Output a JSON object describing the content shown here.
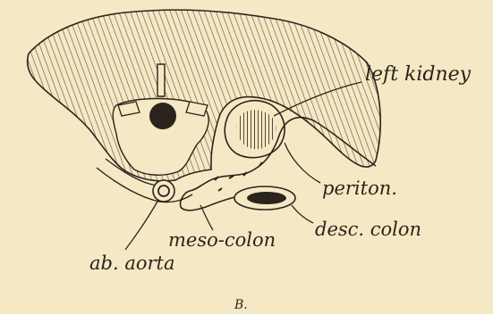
{
  "figure": {
    "panel_letter": "B.",
    "labels": {
      "left_kidney": "left kidney",
      "periton": "periton.",
      "desc_colon": "desc. colon",
      "meso_colon": "meso-colon",
      "ab_aorta": "ab. aorta"
    }
  },
  "colors": {
    "paper": "#f5e8c4",
    "ink": "#2a241c",
    "hatch": "#5a5040"
  }
}
